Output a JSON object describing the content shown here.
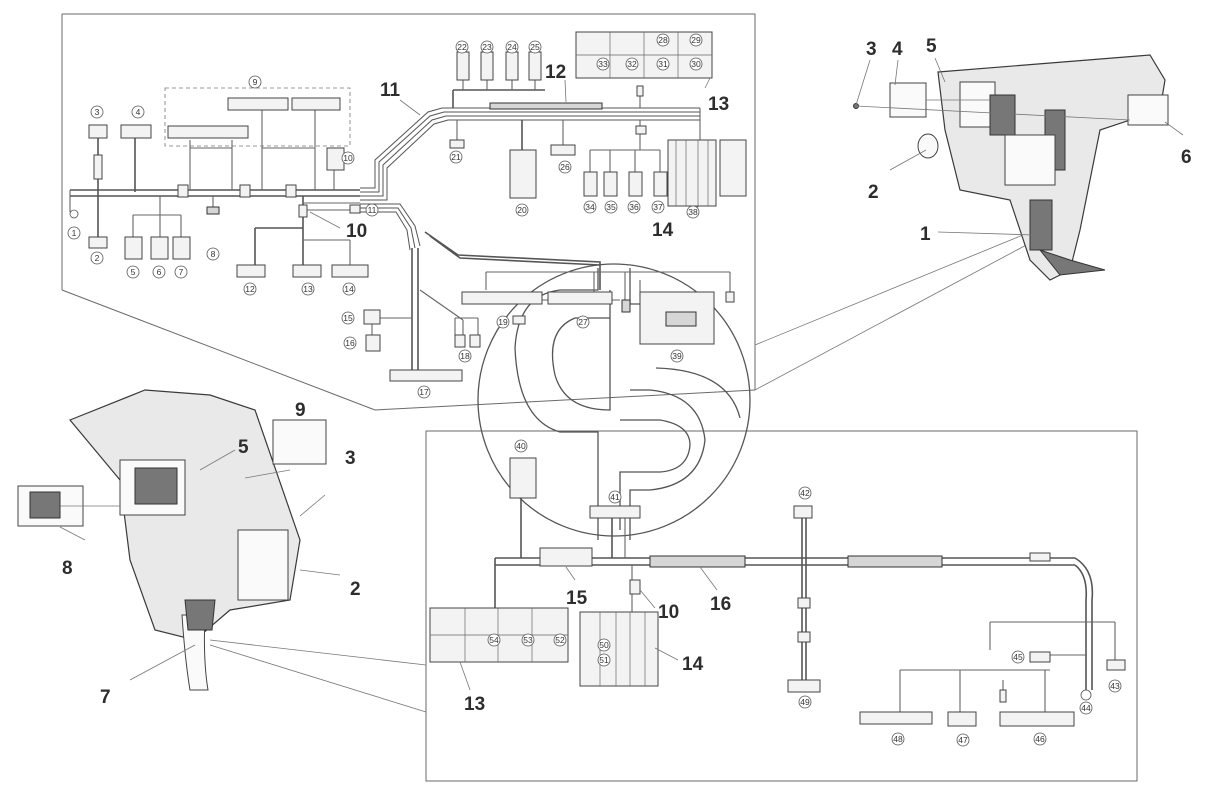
{
  "callouts": {
    "c1": "1",
    "c2": "2",
    "c3": "3",
    "c4": "4",
    "c5": "5",
    "c6": "6",
    "c11": "11",
    "c12": "12",
    "c13": "13",
    "c14": "14",
    "c10": "10",
    "c5b": "5",
    "c9b": "9",
    "c3b": "3",
    "c8b": "8",
    "c2b": "2",
    "c7b": "7",
    "c15b": "15",
    "c10b": "10",
    "c16b": "16",
    "c14b": "14",
    "c13b": "13"
  },
  "connector_labels": {
    "n1": "1",
    "n2": "2",
    "n3": "3",
    "n4": "4",
    "n5": "5",
    "n6": "6",
    "n7": "7",
    "n8": "8",
    "n9": "9",
    "n10": "10",
    "n11": "11",
    "n12": "12",
    "n13": "13",
    "n14": "14",
    "n15": "15",
    "n16": "16",
    "n17": "17",
    "n18": "18",
    "n19": "19",
    "n20": "20",
    "n21": "21",
    "n22": "22",
    "n23": "23",
    "n24": "24",
    "n25": "25",
    "n26": "26",
    "n27": "27",
    "n28": "28",
    "n29": "29",
    "n30": "30",
    "n31": "31",
    "n32": "32",
    "n33": "33",
    "n34": "34",
    "n35": "35",
    "n36": "36",
    "n37": "37",
    "n38": "38",
    "n39": "39",
    "n40": "40",
    "n41": "41",
    "n42": "42",
    "n43": "43",
    "n44": "44",
    "n45": "45",
    "n46": "46",
    "n47": "47",
    "n48": "48",
    "n49": "49",
    "n50": "50",
    "n51": "51",
    "n52": "52",
    "n53": "53",
    "n54": "54"
  }
}
